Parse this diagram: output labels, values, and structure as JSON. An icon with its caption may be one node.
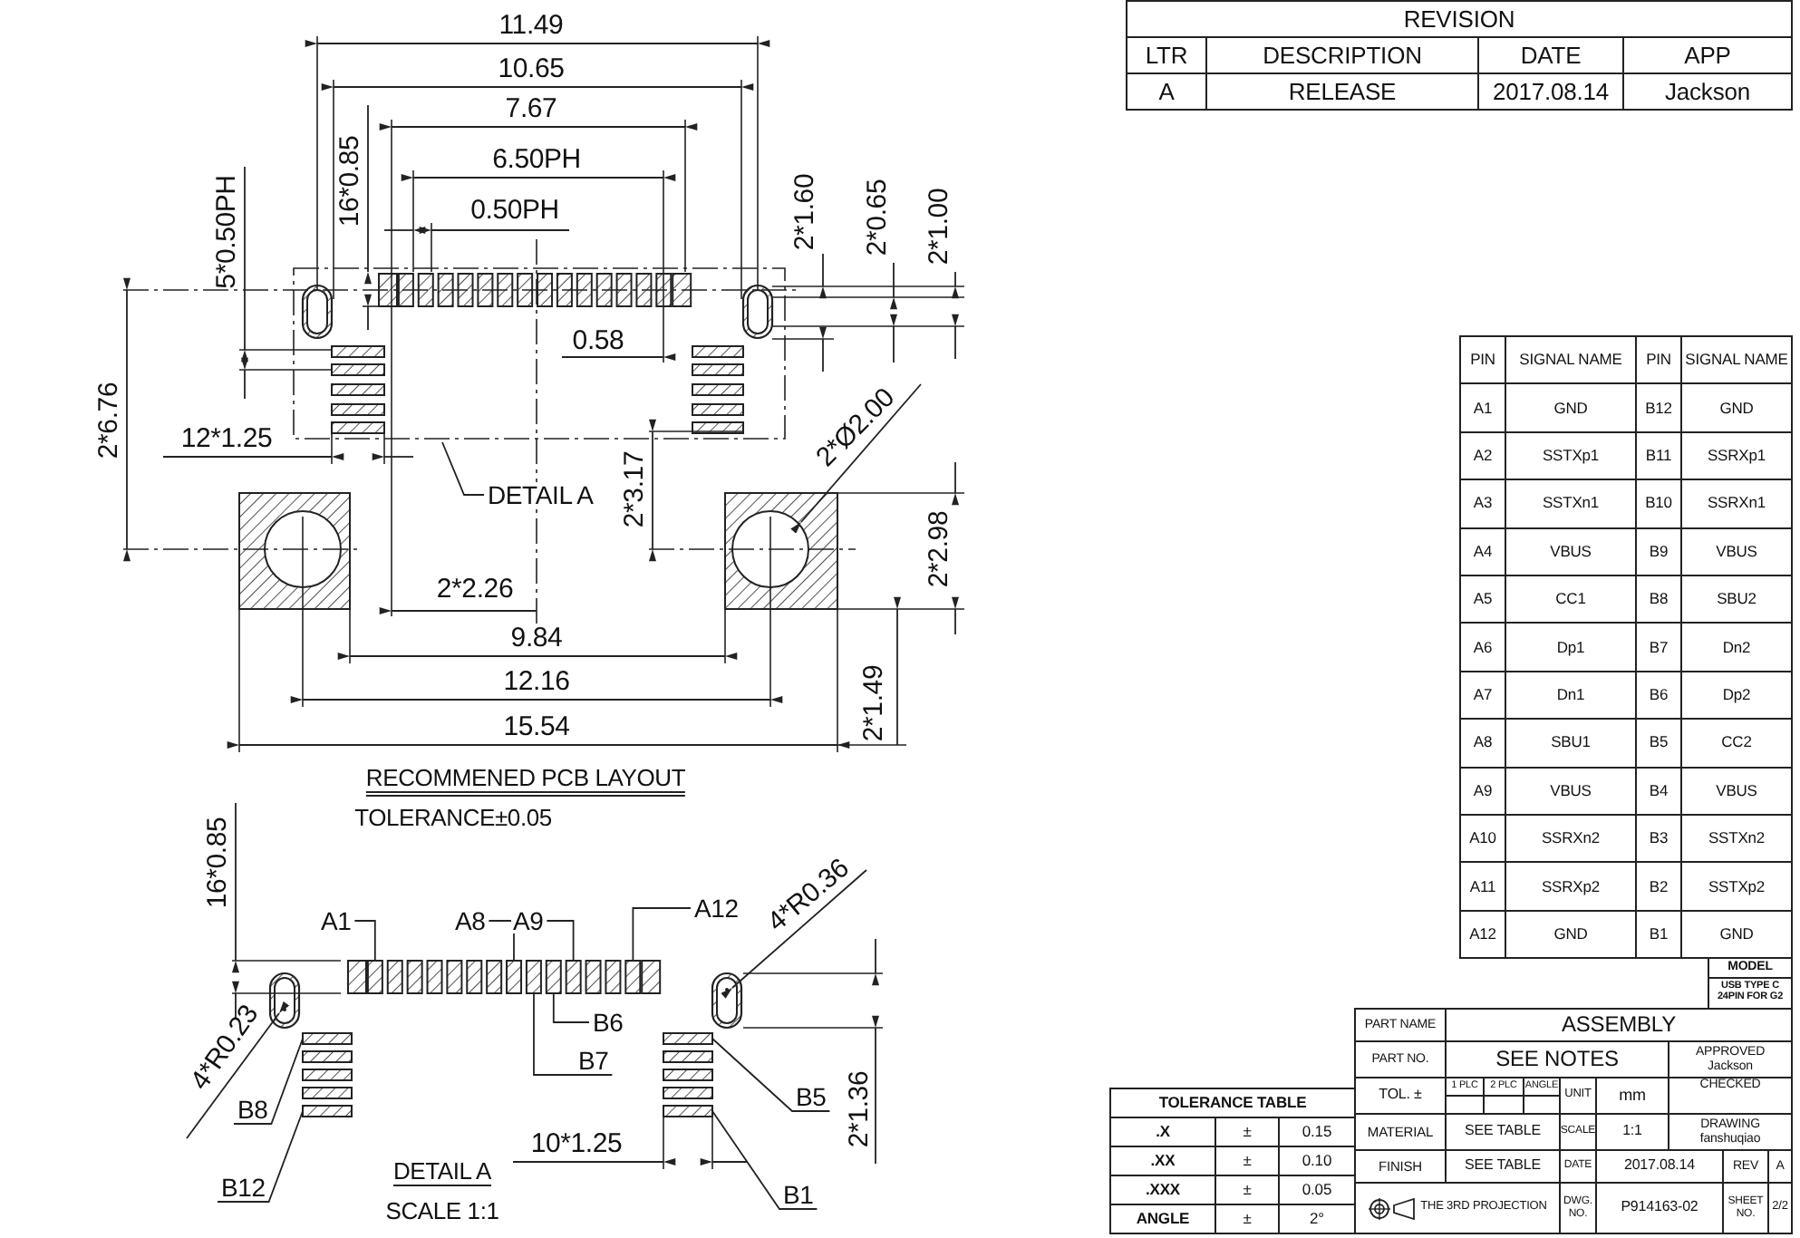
{
  "diagram": {
    "nodes": [
      {
        "text": [
          "DETAIL A"
        ]
      },
      {
        "text": [
          "A1"
        ]
      },
      {
        "text": [
          "A8"
        ]
      },
      {
        "text": [
          "A9"
        ]
      },
      {
        "text": [
          "A12"
        ]
      },
      {
        "text": [
          "B6"
        ]
      },
      {
        "text": [
          "B7"
        ]
      },
      {
        "text": [
          "B8"
        ]
      },
      {
        "text": [
          "B12"
        ]
      },
      {
        "text": [
          "B5"
        ]
      },
      {
        "text": [
          "B1"
        ]
      },
      {
        "text": [],
        "shape": "box"
      },
      {
        "text": [],
        "shape": "box"
      },
      {
        "text": [],
        "shape": "box"
      },
      {
        "text": [],
        "shape": "box"
      },
      {
        "text": [],
        "shape": "box"
      },
      {
        "text": [],
        "shape": "box"
      },
      {
        "text": [],
        "shape": "box"
      },
      {
        "text": [],
        "shape": "box"
      },
      {
        "text": [],
        "shape": "box"
      },
      {
        "text": [],
        "shape": "box"
      }
    ],
    "edges": [
      {
        "from": 0,
        "to": null,
        "arrow": "none"
      },
      {
        "from": 1,
        "to": 11,
        "arrow": "none"
      },
      {
        "from": 2,
        "to": 12,
        "arrow": "none"
      },
      {
        "from": 3,
        "to": 15,
        "arrow": "none"
      },
      {
        "from": 4,
        "to": 16,
        "arrow": "none"
      },
      {
        "from": 5,
        "to": 14,
        "arrow": "none"
      },
      {
        "from": 6,
        "to": 13,
        "arrow": "none"
      },
      {
        "from": 7,
        "to": 17,
        "arrow": "none"
      },
      {
        "from": 8,
        "to": 19,
        "arrow": "none"
      },
      {
        "from": 9,
        "to": 18,
        "arrow": "none"
      },
      {
        "from": 10,
        "to": 20,
        "arrow": "none"
      }
    ],
    "labels": [
      "11.49",
      "10.65",
      "7.67",
      "6.50PH",
      "0.50PH",
      "16*0.85",
      "5*0.50PH",
      "2*1.60",
      "2*0.65",
      "2*1.00",
      "0.58",
      "2*6.76",
      "12*1.25",
      "2*3.17",
      "2*Ø2.00",
      "2*2.98",
      "2*2.26",
      "9.84",
      "12.16",
      "15.54",
      "2*1.49",
      "RECOMMENED PCB LAYOUT",
      "TOLERANCE±0.05",
      "16*0.85",
      "4*R0.36",
      "4*R0.23",
      "2*1.36",
      "10*1.25",
      "DETAIL A",
      "SCALE 1:1",
      "REVISION",
      "LTR",
      "DESCRIPTION",
      "DATE",
      "APP",
      "A",
      "RELEASE",
      "2017.08.14",
      "Jackson",
      "PIN",
      "SIGNAL NAME",
      "PIN",
      "SIGNAL NAME",
      "A1",
      "GND",
      "B12",
      "GND",
      "A2",
      "SSTXp1",
      "B11",
      "SSRXp1",
      "A3",
      "SSTXn1",
      "B10",
      "SSRXn1",
      "A4",
      "VBUS",
      "B9",
      "VBUS",
      "A5",
      "CC1",
      "B8",
      "SBU2",
      "A6",
      "Dp1",
      "B7",
      "Dn2",
      "A7",
      "Dn1",
      "B6",
      "Dp2",
      "A8",
      "SBU1",
      "B5",
      "CC2",
      "A9",
      "VBUS",
      "B4",
      "VBUS",
      "A10",
      "SSRXn2",
      "B3",
      "SSTXn2",
      "A11",
      "SSRXp2",
      "B2",
      "SSTXp2",
      "A12",
      "GND",
      "B1",
      "GND",
      "MODEL",
      "USB TYPE C 24PIN FOR G2",
      "PART NAME",
      "ASSEMBLY",
      "PART NO.",
      "SEE NOTES",
      "APPROVED",
      "Jackson",
      "TOL. ±",
      "1 PLC",
      "2 PLC",
      "ANGLE",
      "UNIT",
      "mm",
      "CHECKED",
      "MATERIAL",
      "SEE TABLE",
      "SCALE",
      "1:1",
      "DRAWING",
      "fanshuqiao",
      "FINISH",
      "SEE TABLE",
      "DATE",
      "2017.08.14",
      "REV",
      "A",
      "THE 3RD PROJECTION",
      "DWG. NO.",
      "P914163-02",
      "SHEET NO.",
      "2/2",
      "TOLERANCE TABLE",
      ".X",
      "±",
      "0.15",
      ".XX",
      "±",
      "0.10",
      ".XXX",
      "±",
      "0.05",
      "ANGLE",
      "±",
      "2°"
    ]
  }
}
